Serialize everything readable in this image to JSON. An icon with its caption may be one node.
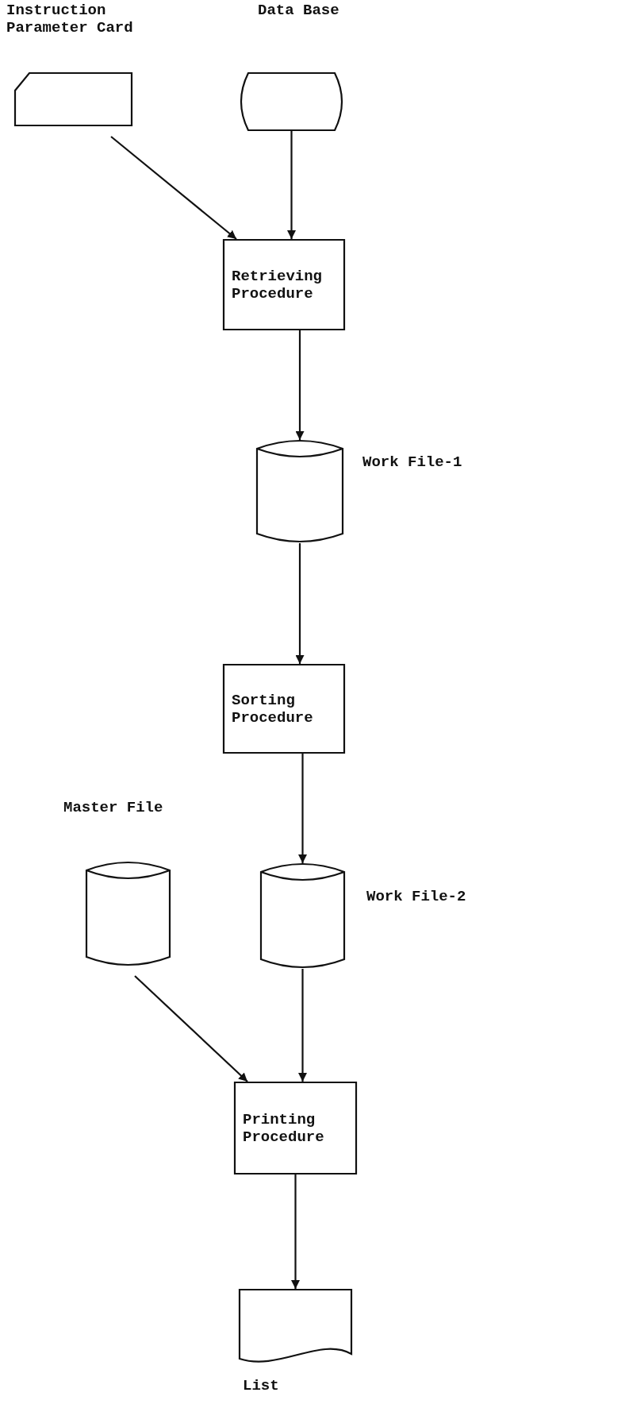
{
  "diagram": {
    "nodes": [
      {
        "text": [
          "Instruction Parameter Card"
        ]
      },
      {
        "text": [
          "Data Base"
        ]
      },
      {
        "text": [
          "Retrieving Procedure"
        ]
      },
      {
        "text": [],
        "shape": "cylinder",
        "beside": [
          "Work File-1"
        ]
      },
      {
        "text": [
          "Sorting Procedure"
        ]
      },
      {
        "text": [
          "Master File"
        ]
      },
      {
        "text": [],
        "shape": "cylinder",
        "beside": [
          "Work File-2"
        ]
      },
      {
        "text": [
          "Printing Procedure"
        ]
      },
      {
        "text": [
          "List"
        ]
      }
    ],
    "edges": [
      {
        "from": 0,
        "to": 2,
        "arrow": "to"
      },
      {
        "from": 1,
        "to": 2,
        "arrow": "to"
      },
      {
        "from": 2,
        "to": 3,
        "arrow": "to"
      },
      {
        "from": 3,
        "to": 4,
        "arrow": "to"
      },
      {
        "from": 4,
        "to": 6,
        "arrow": "to"
      },
      {
        "from": 5,
        "to": 7,
        "arrow": "to"
      },
      {
        "from": 6,
        "to": 7,
        "arrow": "to"
      },
      {
        "from": 7,
        "to": 8,
        "arrow": "to"
      }
    ]
  }
}
